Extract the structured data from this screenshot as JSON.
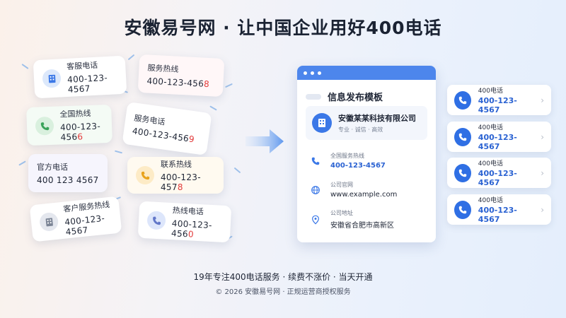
{
  "headline": "安徽易号网 · 让中国企业用好400电话",
  "cards": [
    {
      "label": "客服电话",
      "num_main": "400-123-4567",
      "num_last": ""
    },
    {
      "label": "服务热线",
      "num_main": "400-123-456",
      "num_last": "8"
    },
    {
      "label": "全国热线",
      "num_main": "400-123-456",
      "num_last": "6"
    },
    {
      "label": "服务电话",
      "num_main": "400-123-456",
      "num_last": "9"
    },
    {
      "label": "官方电话",
      "num_main": "400 123 4567",
      "num_last": ""
    },
    {
      "label": "联系热线",
      "num_main": "400-123-457",
      "num_last": "8"
    },
    {
      "label": "客户服务热线",
      "num_main": "400-123-4567",
      "num_last": ""
    },
    {
      "label": "热线电话",
      "num_main": "400-123-456",
      "num_last": "0"
    }
  ],
  "template": {
    "title": "信息发布模板",
    "company_name": "安徽某某科技有限公司",
    "company_tags": "专业 · 诚信 · 高效",
    "hotline_label": "全国服务热线",
    "hotline_value": "400-123-4567",
    "website_label": "公司官网",
    "website_value": "www.example.com",
    "address_label": "公司地址",
    "address_value": "安徽省合肥市高新区"
  },
  "right_cards": [
    {
      "label": "400电话",
      "number": "400-123-4567"
    },
    {
      "label": "400电话",
      "number": "400-123-4567"
    },
    {
      "label": "400电话",
      "number": "400-123-4567"
    },
    {
      "label": "400电话",
      "number": "400-123-4567"
    }
  ],
  "footer": {
    "line1": "19年专注400电话服务  ·  续费不涨价  ·  当天开通",
    "line2": "© 2026 安徽易号网 · 正规运营商授权服务"
  },
  "colors": {
    "accent": "#3b78e7",
    "highlight_digit": "#e23a3a",
    "window_bar": "#4d86ec"
  }
}
